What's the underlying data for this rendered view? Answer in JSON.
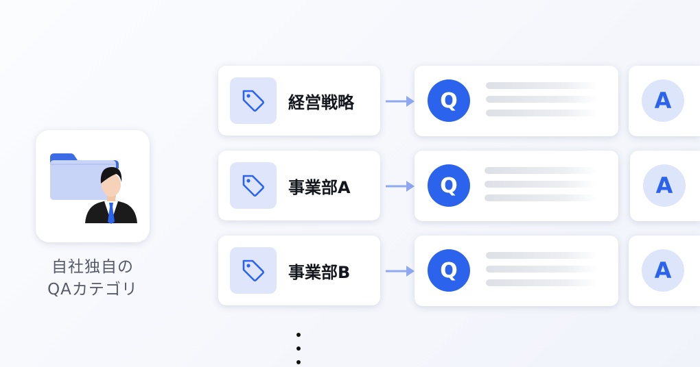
{
  "app": {
    "caption_line1": "自社独自の",
    "caption_line2": "QAカテゴリ",
    "icons": [
      "folder-icon",
      "businessman-icon"
    ]
  },
  "categories": [
    {
      "label": "経営戦略",
      "icon": "tag-icon",
      "q_letter": "Q",
      "a_letter": "A"
    },
    {
      "label": "事業部A",
      "icon": "tag-icon",
      "q_letter": "Q",
      "a_letter": "A"
    },
    {
      "label": "事業部B",
      "icon": "tag-icon",
      "q_letter": "Q",
      "a_letter": "A"
    }
  ],
  "more_indicator": "vertical-ellipsis",
  "colors": {
    "accent_blue": "#2b63ec",
    "tag_bg": "#dfe6fb",
    "a_circle_bg": "#dde5fb",
    "arrow": "#8fa8f2",
    "folder": "#c7d3f7",
    "folder_dark": "#3c6be6"
  }
}
